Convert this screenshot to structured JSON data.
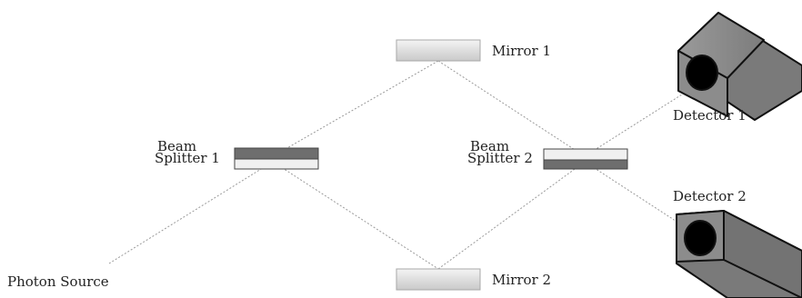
{
  "labels": {
    "mirror1": "Mirror 1",
    "mirror2": "Mirror 2",
    "bs1_line1": "Beam",
    "bs1_line2": "Splitter 1",
    "bs2_line1": "Beam",
    "bs2_line2": "Splitter 2",
    "detector1": "Detector 1",
    "detector2": "Detector 2",
    "source": "Photon Source"
  }
}
